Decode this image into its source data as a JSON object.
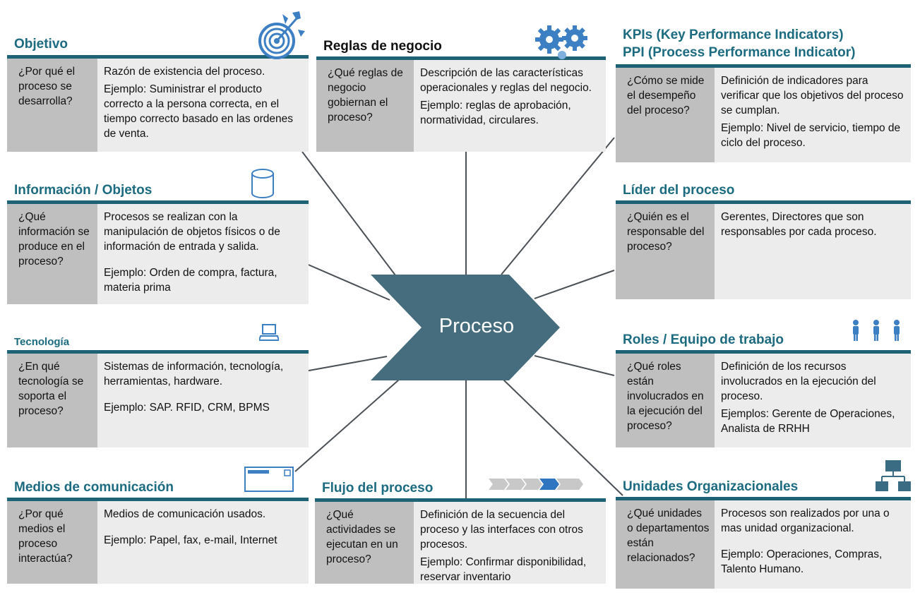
{
  "center": {
    "label": "Proceso",
    "color": "#466d7d"
  },
  "colors": {
    "accent_title": "#1c6b80",
    "bar": "#1d6375",
    "question_bg": "#bfbfbf",
    "description_bg": "#ececec"
  },
  "cards": {
    "objetivo": {
      "title": "Objetivo",
      "question": "¿Por qué el proceso se desarrolla?",
      "description": "Razón de existencia del proceso.",
      "example": "Ejemplo:  Suministrar el producto correcto a la persona correcta, en el tiempo correcto basado en las ordenes de venta.",
      "icon": "target-icon"
    },
    "reglas": {
      "title": "Reglas de negocio",
      "question": "¿Qué reglas de negocio gobiernan el proceso?",
      "description": "Descripción de las características operacionales y reglas del negocio.",
      "example": "Ejemplo: reglas de aprobación, normatividad, circulares.",
      "icon": "gears-icon"
    },
    "kpis": {
      "title_line1": "KPIs (Key Performance Indicators)",
      "title_line2": "PPI (Process Performance Indicator)",
      "question": "¿Cómo se mide el desempeño del proceso?",
      "description": "Definición de indicadores para verificar que los objetivos del proceso se cumplan.",
      "example": "Ejemplo: Nivel de servicio, tiempo de ciclo del proceso."
    },
    "informacion": {
      "title": "Información / Objetos",
      "question": "¿Qué información se produce en el proceso?",
      "description": "Procesos se realizan con la manipulación de objetos físicos o de información de entrada y salida.",
      "example": "Ejemplo: Orden de compra, factura, materia prima",
      "icon": "database-icon"
    },
    "lider": {
      "title": "Líder del proceso",
      "question": "¿Quién es el responsable del proceso?",
      "description": "Gerentes, Directores que son responsables por cada proceso."
    },
    "tecnologia": {
      "title": "Tecnología",
      "question": "¿En qué tecnología se soporta el proceso?",
      "description": "Sistemas de información, tecnología, herramientas, hardware.",
      "example": "Ejemplo: SAP. RFID, CRM, BPMS",
      "icon": "laptop-icon"
    },
    "roles": {
      "title": "Roles / Equipo de trabajo",
      "question": "¿Qué roles están involucrados en la ejecución del proceso?",
      "description": "Definición de los recursos involucrados en la ejecución del proceso.",
      "example": "Ejemplos: Gerente de Operaciones, Analista de RRHH",
      "icon": "people-icon"
    },
    "medios": {
      "title": "Medios de comunicación",
      "question": "¿Por qué medios el proceso interactúa?",
      "description": "Medios de comunicación usados.",
      "example": "Ejemplo: Papel, fax, e-mail, Internet",
      "icon": "envelope-icon"
    },
    "flujo": {
      "title": "Flujo del proceso",
      "question": "¿Qué actividades se ejecutan en un proceso?",
      "description": "Definición de la secuencia del proceso y las interfaces con otros procesos.",
      "example": "Ejemplo: Confirmar disponibilidad, reservar inventario",
      "icon": "process-flow-icon"
    },
    "unidades": {
      "title": "Unidades Organizacionales",
      "question": "¿Qué unidades o departamentos están relacionados?",
      "description": "Procesos son realizados por una o mas unidad organizacional.",
      "example": "Ejemplo: Operaciones, Compras, Talento Humano.",
      "icon": "org-chart-icon"
    }
  }
}
